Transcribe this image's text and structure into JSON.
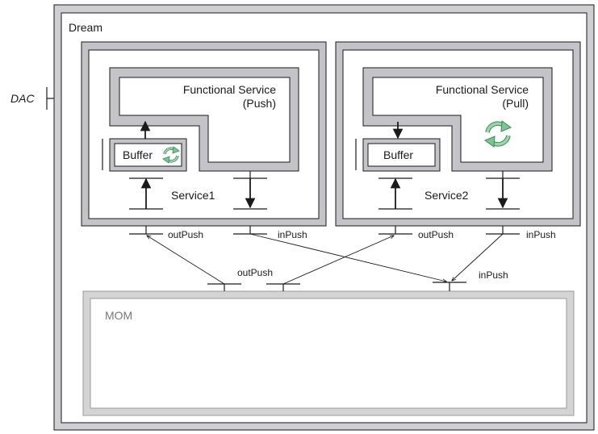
{
  "container": {
    "title": "Dream",
    "interface_label": "DAC"
  },
  "services": [
    {
      "name": "Service1",
      "functional_title": "Functional Service",
      "mode": "(Push)",
      "buffer_label": "Buffer",
      "port_out": "outPush",
      "port_in": "inPush"
    },
    {
      "name": "Service2",
      "functional_title": "Functional Service",
      "mode": "(Pull)",
      "buffer_label": "Buffer",
      "port_out": "outPush",
      "port_in": "inPush"
    }
  ],
  "mom": {
    "label": "MOM",
    "port_out": "outPush",
    "port_in": "inPush"
  },
  "colors": {
    "frame_fill": "#c8c8cc",
    "stroke": "#1a1a1a",
    "mom_fill": "#d4d4d4",
    "mom_text": "#777777",
    "cycle_green": "#8cc9a0"
  },
  "icons": [
    "cycle-icon",
    "arrow-icon",
    "port-icon"
  ]
}
